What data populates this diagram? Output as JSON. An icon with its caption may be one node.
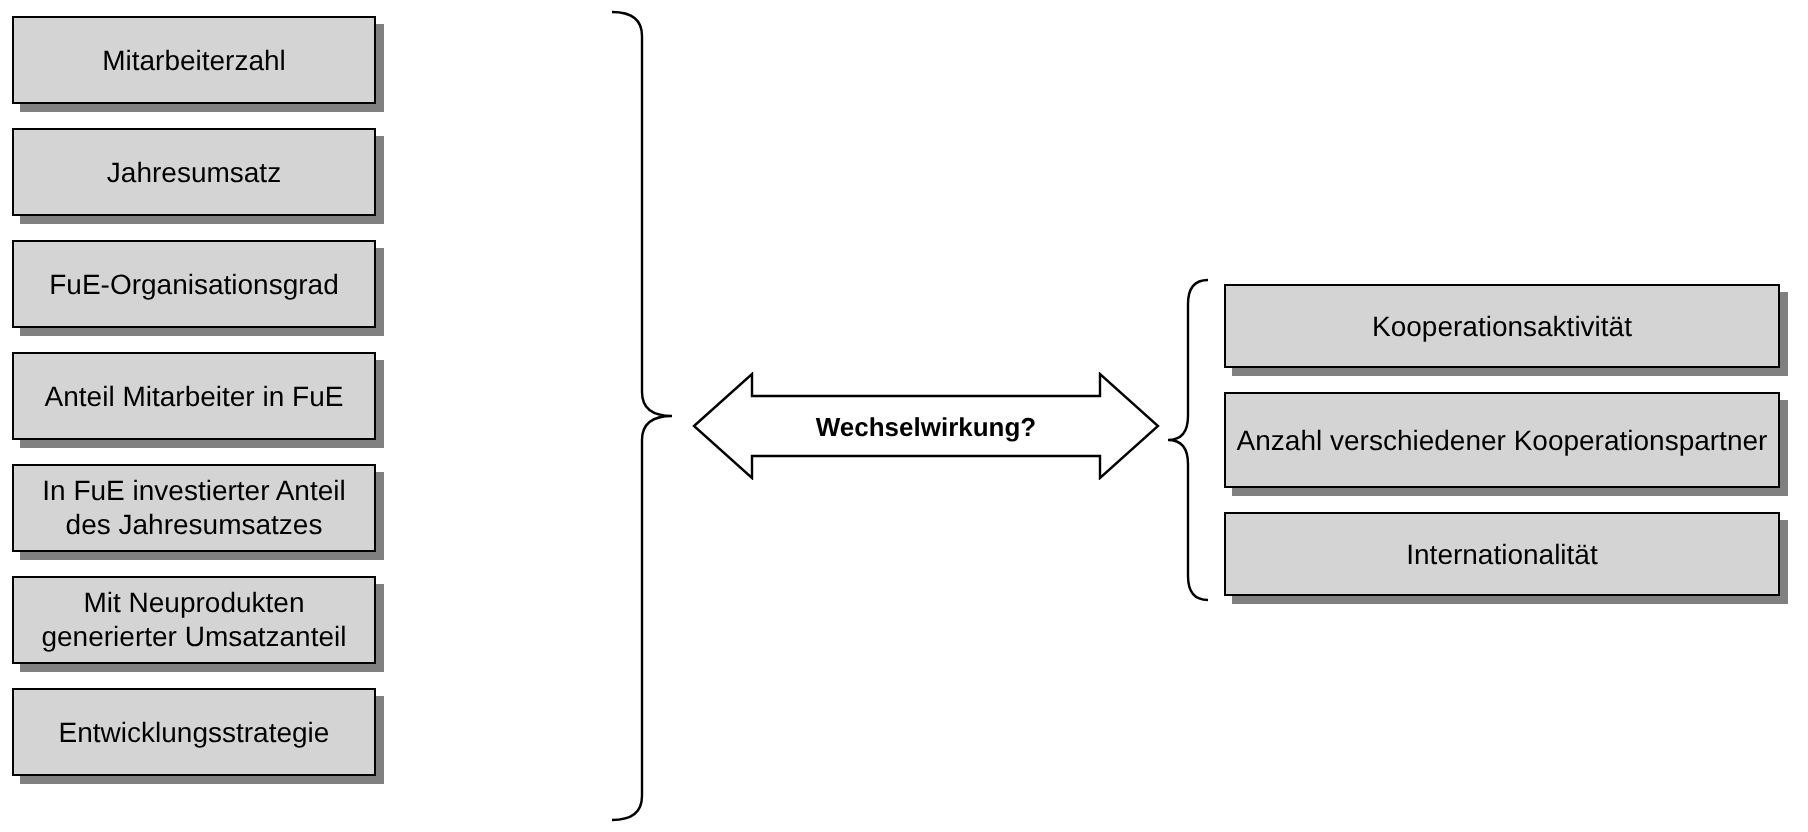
{
  "diagram": {
    "nodes": [
      {
        "text": [
          "Mitarbeiterzahl"
        ]
      },
      {
        "text": [
          "Jahresumsatz"
        ]
      },
      {
        "text": [
          "FuE-Organisationsgrad"
        ]
      },
      {
        "text": [
          "Anteil Mitarbeiter in FuE"
        ]
      },
      {
        "text": [
          "In FuE investierter Anteil des Jahresumsatzes"
        ]
      },
      {
        "text": [
          "Mit Neuprodukten generierter Umsatzanteil"
        ]
      },
      {
        "text": [
          "Entwicklungsstrategie"
        ]
      },
      {
        "text": [
          "Wechselwirkung?"
        ]
      },
      {
        "text": [
          "Kooperationsaktivität"
        ]
      },
      {
        "text": [
          "Anzahl verschiedener Kooperationspartner"
        ]
      },
      {
        "text": [
          "Internationalität"
        ]
      }
    ]
  }
}
